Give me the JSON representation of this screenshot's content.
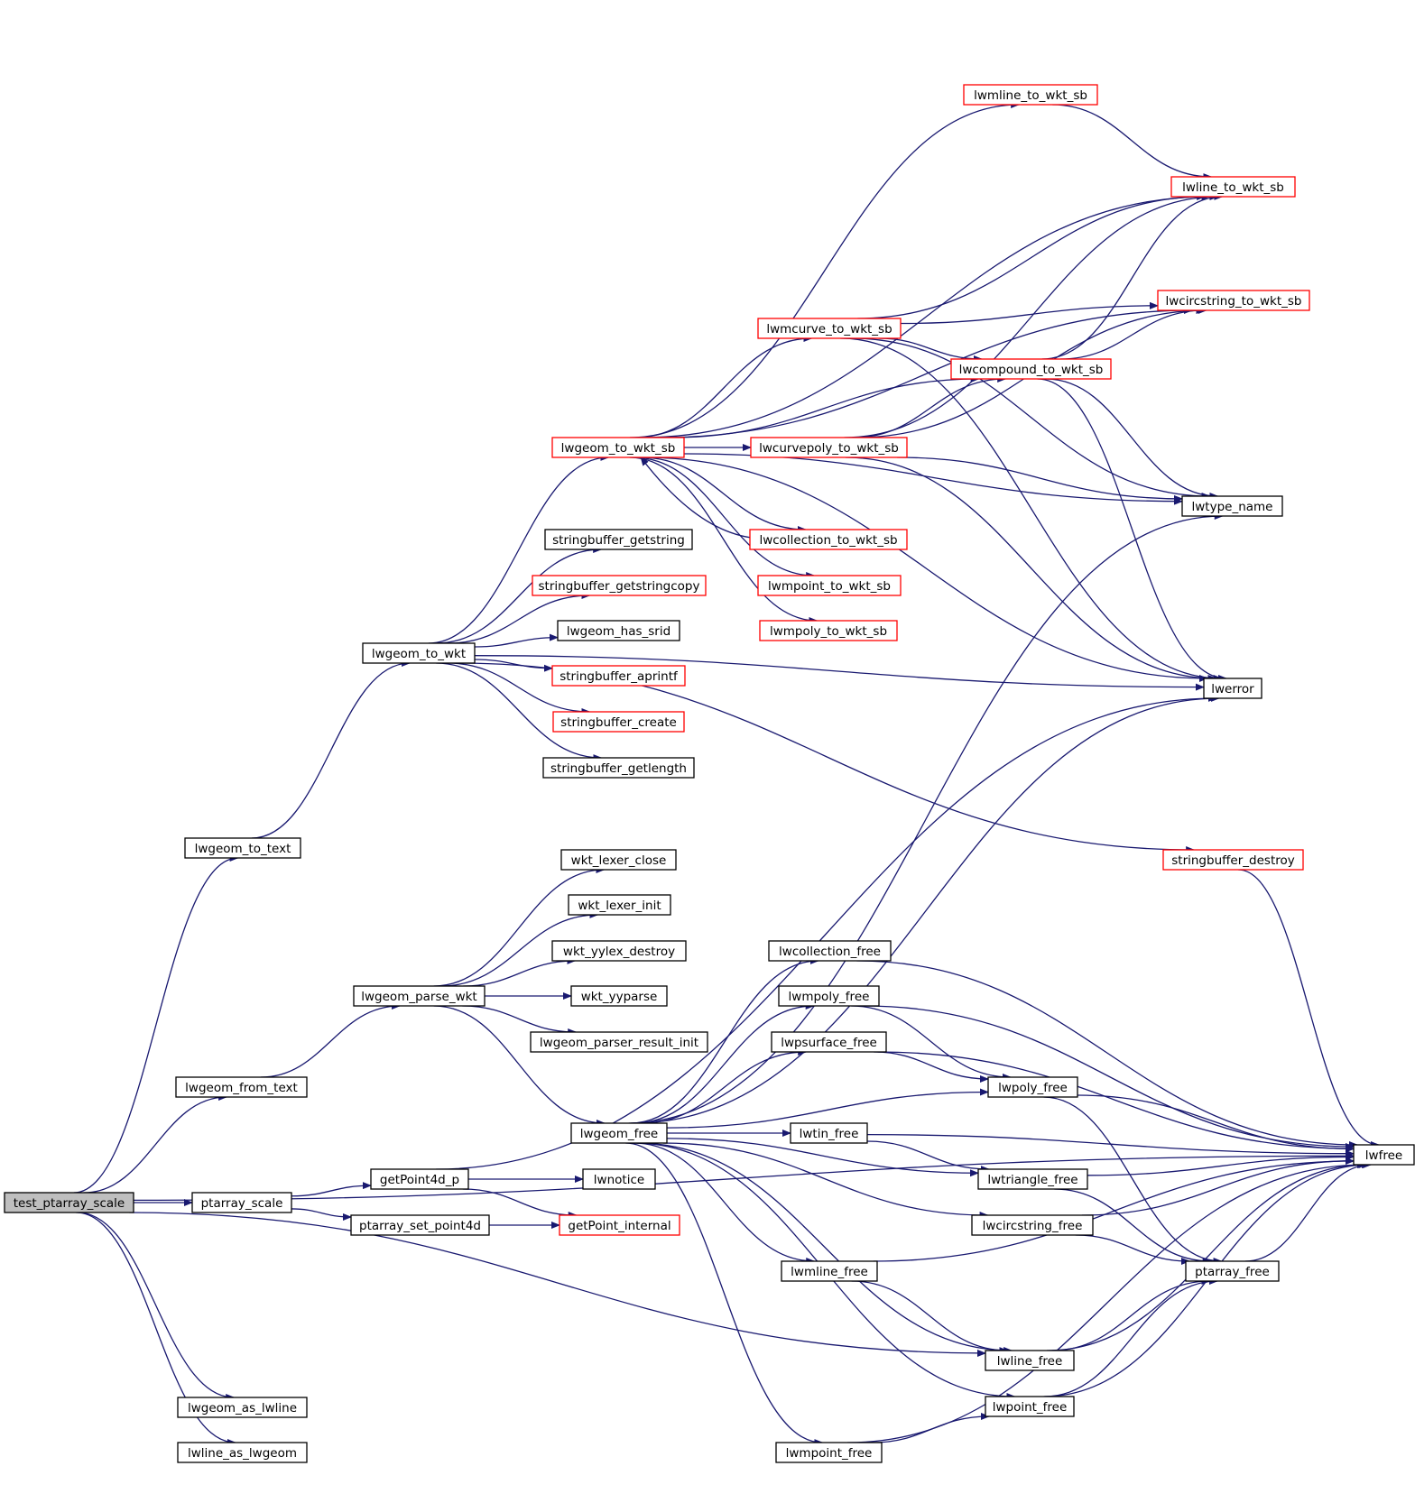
{
  "colors": {
    "edge": "#191970",
    "border_default": "#000000",
    "border_truncated": "#ff0000",
    "fill_root": "#bfbfbf",
    "fill_default": "#ffffff"
  },
  "nodes": [
    {
      "id": "test_ptarray_scale",
      "label": "test_ptarray_scale",
      "style": "root"
    },
    {
      "id": "lwfree",
      "label": "lwfree",
      "style": "normal"
    },
    {
      "id": "lwgeom_to_text",
      "label": "lwgeom_to_text",
      "style": "normal"
    },
    {
      "id": "lwgeom_from_text",
      "label": "lwgeom_from_text",
      "style": "normal"
    },
    {
      "id": "ptarray_scale",
      "label": "ptarray_scale",
      "style": "normal"
    },
    {
      "id": "lwgeom_as_lwline",
      "label": "lwgeom_as_lwline",
      "style": "normal"
    },
    {
      "id": "lwline_as_lwgeom",
      "label": "lwline_as_lwgeom",
      "style": "normal"
    },
    {
      "id": "lwline_free",
      "label": "lwline_free",
      "style": "normal"
    },
    {
      "id": "lwgeom_to_wkt",
      "label": "lwgeom_to_wkt",
      "style": "normal"
    },
    {
      "id": "lwgeom_parse_wkt",
      "label": "lwgeom_parse_wkt",
      "style": "normal"
    },
    {
      "id": "getPoint4d_p",
      "label": "getPoint4d_p",
      "style": "normal"
    },
    {
      "id": "ptarray_set_point4d",
      "label": "ptarray_set_point4d",
      "style": "normal"
    },
    {
      "id": "lwgeom_to_wkt_sb",
      "label": "lwgeom_to_wkt_sb",
      "style": "truncated"
    },
    {
      "id": "stringbuffer_getstring",
      "label": "stringbuffer_getstring",
      "style": "normal"
    },
    {
      "id": "stringbuffer_getstringcopy",
      "label": "stringbuffer_getstringcopy",
      "style": "truncated"
    },
    {
      "id": "lwgeom_has_srid",
      "label": "lwgeom_has_srid",
      "style": "normal"
    },
    {
      "id": "stringbuffer_aprintf",
      "label": "stringbuffer_aprintf",
      "style": "truncated"
    },
    {
      "id": "stringbuffer_create",
      "label": "stringbuffer_create",
      "style": "truncated"
    },
    {
      "id": "stringbuffer_getlength",
      "label": "stringbuffer_getlength",
      "style": "normal"
    },
    {
      "id": "wkt_lexer_close",
      "label": "wkt_lexer_close",
      "style": "normal"
    },
    {
      "id": "wkt_lexer_init",
      "label": "wkt_lexer_init",
      "style": "normal"
    },
    {
      "id": "wkt_yylex_destroy",
      "label": "wkt_yylex_destroy",
      "style": "normal"
    },
    {
      "id": "wkt_yyparse",
      "label": "wkt_yyparse",
      "style": "normal"
    },
    {
      "id": "lwgeom_parser_result_init",
      "label": "lwgeom_parser_result_init",
      "style": "normal"
    },
    {
      "id": "lwgeom_free",
      "label": "lwgeom_free",
      "style": "normal"
    },
    {
      "id": "lwnotice",
      "label": "lwnotice",
      "style": "normal"
    },
    {
      "id": "getPoint_internal",
      "label": "getPoint_internal",
      "style": "truncated"
    },
    {
      "id": "lwmcurve_to_wkt_sb",
      "label": "lwmcurve_to_wkt_sb",
      "style": "truncated"
    },
    {
      "id": "lwcurvepoly_to_wkt_sb",
      "label": "lwcurvepoly_to_wkt_sb",
      "style": "truncated"
    },
    {
      "id": "lwcollection_to_wkt_sb",
      "label": "lwcollection_to_wkt_sb",
      "style": "truncated"
    },
    {
      "id": "lwmpoint_to_wkt_sb",
      "label": "lwmpoint_to_wkt_sb",
      "style": "truncated"
    },
    {
      "id": "lwmpoly_to_wkt_sb",
      "label": "lwmpoly_to_wkt_sb",
      "style": "truncated"
    },
    {
      "id": "lwcollection_free",
      "label": "lwcollection_free",
      "style": "normal"
    },
    {
      "id": "lwmpoly_free",
      "label": "lwmpoly_free",
      "style": "normal"
    },
    {
      "id": "lwpsurface_free",
      "label": "lwpsurface_free",
      "style": "normal"
    },
    {
      "id": "lwtin_free",
      "label": "lwtin_free",
      "style": "normal"
    },
    {
      "id": "lwmline_free",
      "label": "lwmline_free",
      "style": "normal"
    },
    {
      "id": "lwmpoint_free",
      "label": "lwmpoint_free",
      "style": "normal"
    },
    {
      "id": "lwmline_to_wkt_sb",
      "label": "lwmline_to_wkt_sb",
      "style": "truncated"
    },
    {
      "id": "lwcompound_to_wkt_sb",
      "label": "lwcompound_to_wkt_sb",
      "style": "truncated"
    },
    {
      "id": "lwpoly_free",
      "label": "lwpoly_free",
      "style": "normal"
    },
    {
      "id": "lwtriangle_free",
      "label": "lwtriangle_free",
      "style": "normal"
    },
    {
      "id": "lwcircstring_free",
      "label": "lwcircstring_free",
      "style": "normal"
    },
    {
      "id": "lwpoint_free",
      "label": "lwpoint_free",
      "style": "normal"
    },
    {
      "id": "lwline_to_wkt_sb",
      "label": "lwline_to_wkt_sb",
      "style": "truncated"
    },
    {
      "id": "lwcircstring_to_wkt_sb",
      "label": "lwcircstring_to_wkt_sb",
      "style": "truncated"
    },
    {
      "id": "lwtype_name",
      "label": "lwtype_name",
      "style": "normal"
    },
    {
      "id": "lwerror",
      "label": "lwerror",
      "style": "normal"
    },
    {
      "id": "stringbuffer_destroy",
      "label": "stringbuffer_destroy",
      "style": "truncated"
    },
    {
      "id": "ptarray_free",
      "label": "ptarray_free",
      "style": "normal"
    }
  ],
  "edges": [
    [
      "test_ptarray_scale",
      "lwfree"
    ],
    [
      "test_ptarray_scale",
      "lwgeom_to_text"
    ],
    [
      "test_ptarray_scale",
      "lwgeom_from_text"
    ],
    [
      "test_ptarray_scale",
      "ptarray_scale"
    ],
    [
      "test_ptarray_scale",
      "lwline_free"
    ],
    [
      "test_ptarray_scale",
      "lwgeom_as_lwline"
    ],
    [
      "test_ptarray_scale",
      "lwline_as_lwgeom"
    ],
    [
      "lwgeom_to_text",
      "lwgeom_to_wkt"
    ],
    [
      "lwgeom_from_text",
      "lwgeom_parse_wkt"
    ],
    [
      "ptarray_scale",
      "getPoint4d_p"
    ],
    [
      "ptarray_scale",
      "ptarray_set_point4d"
    ],
    [
      "lwgeom_to_wkt",
      "lwgeom_to_wkt_sb"
    ],
    [
      "lwgeom_to_wkt",
      "stringbuffer_getstring"
    ],
    [
      "lwgeom_to_wkt",
      "stringbuffer_getstringcopy"
    ],
    [
      "lwgeom_to_wkt",
      "lwgeom_has_srid"
    ],
    [
      "lwgeom_to_wkt",
      "stringbuffer_aprintf"
    ],
    [
      "lwgeom_to_wkt",
      "stringbuffer_create"
    ],
    [
      "lwgeom_to_wkt",
      "stringbuffer_getlength"
    ],
    [
      "lwgeom_to_wkt",
      "lwerror"
    ],
    [
      "lwgeom_to_wkt",
      "stringbuffer_destroy"
    ],
    [
      "lwgeom_parse_wkt",
      "wkt_lexer_close"
    ],
    [
      "lwgeom_parse_wkt",
      "wkt_lexer_init"
    ],
    [
      "lwgeom_parse_wkt",
      "wkt_yylex_destroy"
    ],
    [
      "lwgeom_parse_wkt",
      "wkt_yyparse"
    ],
    [
      "lwgeom_parse_wkt",
      "lwgeom_parser_result_init"
    ],
    [
      "lwgeom_parse_wkt",
      "lwgeom_free"
    ],
    [
      "getPoint4d_p",
      "lwnotice"
    ],
    [
      "getPoint4d_p",
      "getPoint_internal"
    ],
    [
      "getPoint4d_p",
      "lwerror"
    ],
    [
      "ptarray_set_point4d",
      "getPoint_internal"
    ],
    [
      "lwgeom_to_wkt_sb",
      "lwmline_to_wkt_sb"
    ],
    [
      "lwgeom_to_wkt_sb",
      "lwline_to_wkt_sb"
    ],
    [
      "lwgeom_to_wkt_sb",
      "lwcircstring_to_wkt_sb"
    ],
    [
      "lwgeom_to_wkt_sb",
      "lwmcurve_to_wkt_sb"
    ],
    [
      "lwgeom_to_wkt_sb",
      "lwcompound_to_wkt_sb"
    ],
    [
      "lwgeom_to_wkt_sb",
      "lwcurvepoly_to_wkt_sb"
    ],
    [
      "lwgeom_to_wkt_sb",
      "lwtype_name"
    ],
    [
      "lwgeom_to_wkt_sb",
      "lwcollection_to_wkt_sb"
    ],
    [
      "lwgeom_to_wkt_sb",
      "lwmpoint_to_wkt_sb"
    ],
    [
      "lwgeom_to_wkt_sb",
      "lwmpoly_to_wkt_sb"
    ],
    [
      "lwgeom_to_wkt_sb",
      "lwerror"
    ],
    [
      "lwcollection_to_wkt_sb",
      "lwgeom_to_wkt_sb"
    ],
    [
      "lwmline_to_wkt_sb",
      "lwline_to_wkt_sb"
    ],
    [
      "lwmcurve_to_wkt_sb",
      "lwline_to_wkt_sb"
    ],
    [
      "lwmcurve_to_wkt_sb",
      "lwcircstring_to_wkt_sb"
    ],
    [
      "lwmcurve_to_wkt_sb",
      "lwcompound_to_wkt_sb"
    ],
    [
      "lwmcurve_to_wkt_sb",
      "lwtype_name"
    ],
    [
      "lwmcurve_to_wkt_sb",
      "lwerror"
    ],
    [
      "lwcompound_to_wkt_sb",
      "lwline_to_wkt_sb"
    ],
    [
      "lwcompound_to_wkt_sb",
      "lwcircstring_to_wkt_sb"
    ],
    [
      "lwcompound_to_wkt_sb",
      "lwtype_name"
    ],
    [
      "lwcompound_to_wkt_sb",
      "lwerror"
    ],
    [
      "lwcurvepoly_to_wkt_sb",
      "lwline_to_wkt_sb"
    ],
    [
      "lwcurvepoly_to_wkt_sb",
      "lwcircstring_to_wkt_sb"
    ],
    [
      "lwcurvepoly_to_wkt_sb",
      "lwcompound_to_wkt_sb"
    ],
    [
      "lwcurvepoly_to_wkt_sb",
      "lwtype_name"
    ],
    [
      "lwcurvepoly_to_wkt_sb",
      "lwerror"
    ],
    [
      "lwgeom_free",
      "lwtype_name"
    ],
    [
      "lwgeom_free",
      "lwerror"
    ],
    [
      "lwgeom_free",
      "lwcollection_free"
    ],
    [
      "lwgeom_free",
      "lwmpoly_free"
    ],
    [
      "lwgeom_free",
      "lwpsurface_free"
    ],
    [
      "lwgeom_free",
      "lwpoly_free"
    ],
    [
      "lwgeom_free",
      "lwtin_free"
    ],
    [
      "lwgeom_free",
      "lwtriangle_free"
    ],
    [
      "lwgeom_free",
      "lwcircstring_free"
    ],
    [
      "lwgeom_free",
      "lwmline_free"
    ],
    [
      "lwgeom_free",
      "lwline_free"
    ],
    [
      "lwgeom_free",
      "lwpoint_free"
    ],
    [
      "lwgeom_free",
      "lwmpoint_free"
    ],
    [
      "lwcollection_free",
      "lwfree"
    ],
    [
      "lwmpoly_free",
      "lwfree"
    ],
    [
      "lwmpoly_free",
      "lwpoly_free"
    ],
    [
      "lwpsurface_free",
      "lwfree"
    ],
    [
      "lwpsurface_free",
      "lwpoly_free"
    ],
    [
      "lwpoly_free",
      "lwfree"
    ],
    [
      "lwpoly_free",
      "ptarray_free"
    ],
    [
      "lwtin_free",
      "lwfree"
    ],
    [
      "lwtin_free",
      "lwtriangle_free"
    ],
    [
      "lwtriangle_free",
      "lwfree"
    ],
    [
      "lwtriangle_free",
      "ptarray_free"
    ],
    [
      "lwcircstring_free",
      "lwfree"
    ],
    [
      "lwcircstring_free",
      "ptarray_free"
    ],
    [
      "lwmline_free",
      "lwfree"
    ],
    [
      "lwmline_free",
      "lwline_free"
    ],
    [
      "lwline_free",
      "ptarray_free"
    ],
    [
      "lwline_free",
      "lwfree"
    ],
    [
      "lwpoint_free",
      "ptarray_free"
    ],
    [
      "lwpoint_free",
      "lwfree"
    ],
    [
      "lwmpoint_free",
      "lwpoint_free"
    ],
    [
      "lwmpoint_free",
      "lwfree"
    ],
    [
      "ptarray_free",
      "lwfree"
    ],
    [
      "stringbuffer_destroy",
      "lwfree"
    ]
  ]
}
